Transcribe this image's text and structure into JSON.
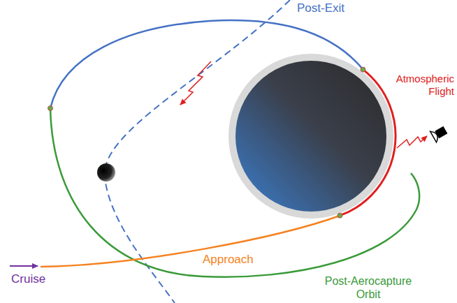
{
  "diagram": {
    "labels": [
      "Post-Exit",
      "Atmospheric Flight",
      "Cruise",
      "Approach",
      "Post-Aerocapture Orbit"
    ]
  }
}
